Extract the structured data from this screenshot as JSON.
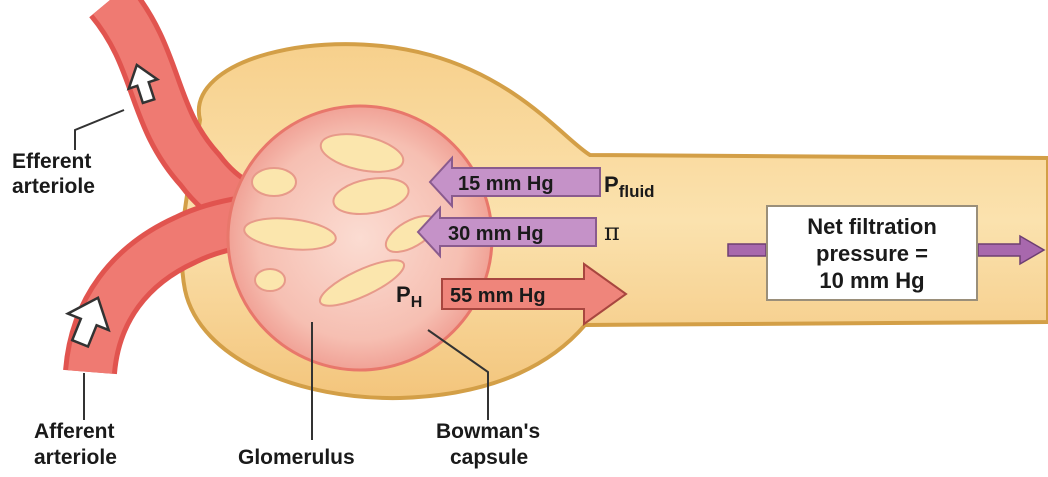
{
  "labels": {
    "efferent_line1": "Efferent",
    "efferent_line2": "arteriole",
    "afferent_line1": "Afferent",
    "afferent_line2": "arteriole",
    "glomerulus": "Glomerulus",
    "bowman_line1": "Bowman's",
    "bowman_line2": "capsule"
  },
  "pressures": {
    "fluid_value": "15 mm Hg",
    "fluid_symbol_main": "P",
    "fluid_symbol_sub": "fluid",
    "osmotic_value": "30 mm Hg",
    "osmotic_symbol": "π",
    "hydrostatic_value": "55 mm Hg",
    "hydrostatic_symbol_main": "P",
    "hydrostatic_symbol_sub": "H"
  },
  "net_filtration": {
    "line1": "Net filtration",
    "line2": "pressure =",
    "line3": "10 mm Hg"
  },
  "colors": {
    "capsule_fill": "#f8d79a",
    "capsule_stroke": "#d9a94e",
    "arteriole": "#ec6b66",
    "glomerulus_fill": "#f7c7bb",
    "capillary_space": "#fbe6ad",
    "inward_arrow": "#c592c8",
    "outward_arrow": "#ef857b"
  }
}
